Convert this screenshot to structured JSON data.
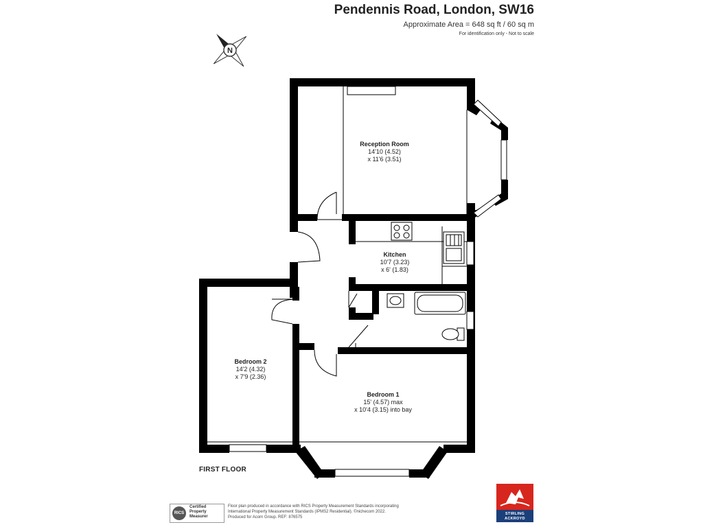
{
  "header": {
    "title": "Pendennis Road, London, SW16",
    "area": "Approximate Area = 648 sq ft / 60 sq m",
    "note": "For identification only - Not to scale"
  },
  "compass": {
    "letter": "N",
    "icon": "compass-rose-icon"
  },
  "rooms": {
    "reception": {
      "name": "Reception Room",
      "dim1": "14'10 (4.52)",
      "dim2": "x 11'6 (3.51)"
    },
    "kitchen": {
      "name": "Kitchen",
      "dim1": "10'7 (3.23)",
      "dim2": "x 6' (1.83)"
    },
    "bedroom2": {
      "name": "Bedroom 2",
      "dim1": "14'2 (4.32)",
      "dim2": "x 7'9 (2.36)"
    },
    "bedroom1": {
      "name": "Bedroom 1",
      "dim1": "15' (4.57) max",
      "dim2": "x 10'4 (3.15) into bay"
    }
  },
  "floor_label": "FIRST FLOOR",
  "footer": {
    "rics_circle": "RICS",
    "rics_line1": "Certified",
    "rics_line2": "Property",
    "rics_line3": "Measurer",
    "line1": "Floor plan produced in accordance with RICS Property Measurement Standards incorporating",
    "line2": "International Property Measurement Standards (IPMS2 Residential). ©nichecom 2022.",
    "line3": "Produced for Acorn Group.   REF:  876575"
  },
  "logo": {
    "line1": "STIRLING",
    "line2": "ACKROYD",
    "colors": {
      "red": "#d7261e",
      "blue": "#1c3f7a"
    }
  }
}
